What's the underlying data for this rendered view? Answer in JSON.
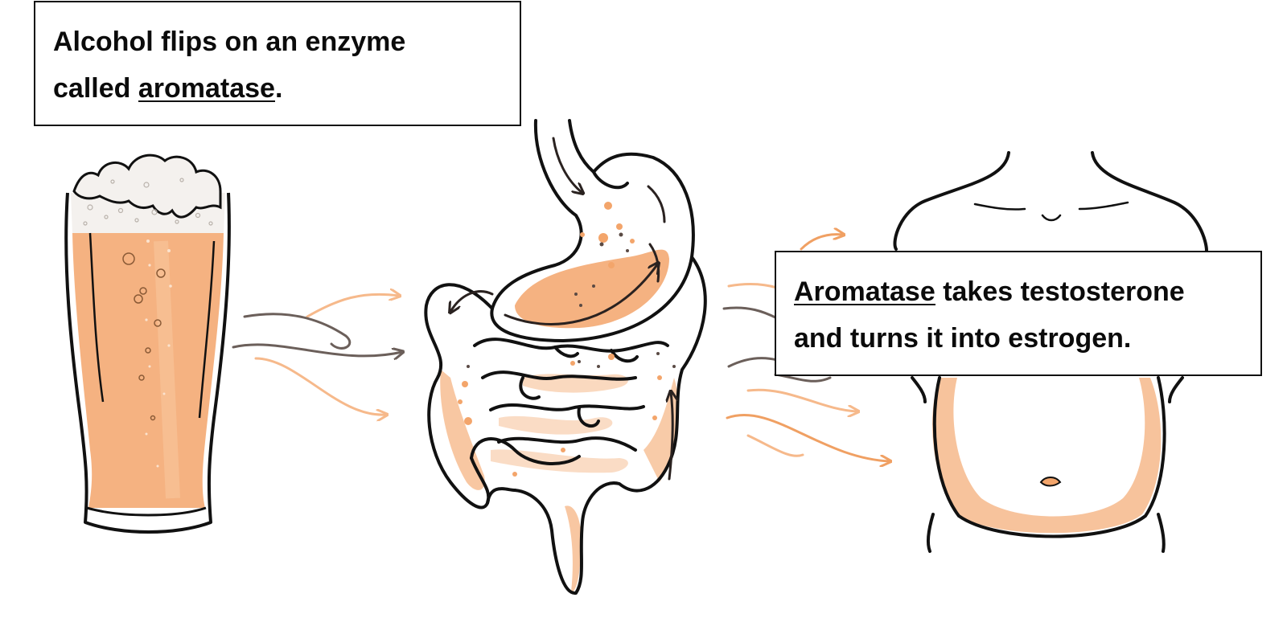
{
  "captions": {
    "top": {
      "line1": " Alcohol flips on an enzyme",
      "line2_prefix": "called ",
      "line2_term": "aromatase",
      "line2_suffix": "."
    },
    "right": {
      "line1_term": "Aromatase",
      "line1_suffix": " takes testosterone",
      "line2": "and turns it into estrogen."
    }
  },
  "illustrations": {
    "glass": "beer-glass-icon",
    "gut": "digestive-tract-icon",
    "torso": "male-torso-icon",
    "flow_arrows": "flow-arrow-icon"
  },
  "colors": {
    "beer": "#f3a56b",
    "peach": "#f6b98b",
    "ink": "#111111",
    "gray_arrow": "#6b5f5a"
  }
}
